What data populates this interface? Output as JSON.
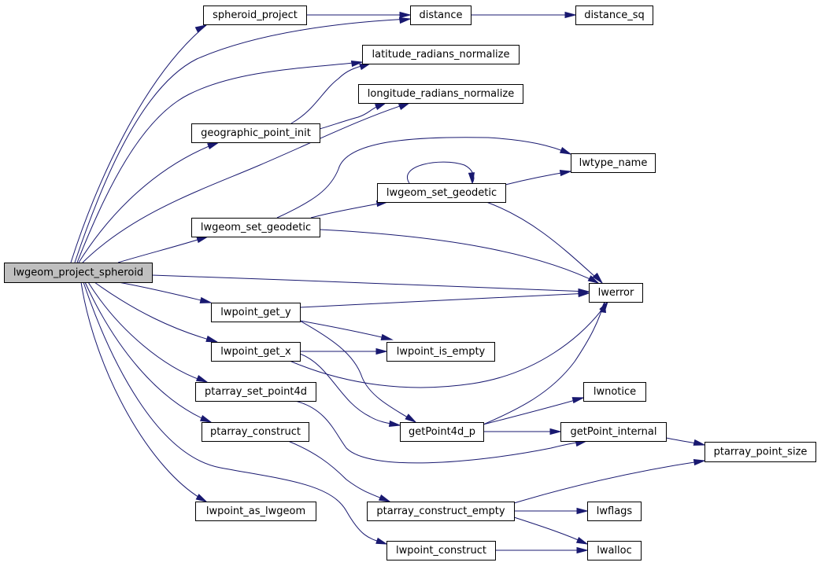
{
  "colors": {
    "edge": "#191970",
    "node_border": "#000000",
    "node_fill": "#ffffff",
    "root_fill": "#bfbfbf"
  },
  "nodes": [
    {
      "id": "lwgeom_project_spheroid",
      "label": "lwgeom_project_spheroid",
      "root": true
    },
    {
      "id": "spheroid_project",
      "label": "spheroid_project"
    },
    {
      "id": "distance",
      "label": "distance"
    },
    {
      "id": "distance_sq",
      "label": "distance_sq"
    },
    {
      "id": "latitude_radians_normalize",
      "label": "latitude_radians_normalize"
    },
    {
      "id": "longitude_radians_normalize",
      "label": "longitude_radians_normalize"
    },
    {
      "id": "geographic_point_init",
      "label": "geographic_point_init"
    },
    {
      "id": "lwtype_name",
      "label": "lwtype_name"
    },
    {
      "id": "lwgeom_set_geodetic_inner",
      "label": "lwgeom_set_geodetic"
    },
    {
      "id": "lwgeom_set_geodetic_outer",
      "label": "lwgeom_set_geodetic"
    },
    {
      "id": "lwerror",
      "label": "lwerror"
    },
    {
      "id": "lwpoint_get_y",
      "label": "lwpoint_get_y"
    },
    {
      "id": "lwpoint_get_x",
      "label": "lwpoint_get_x"
    },
    {
      "id": "lwpoint_is_empty",
      "label": "lwpoint_is_empty"
    },
    {
      "id": "lwnotice",
      "label": "lwnotice"
    },
    {
      "id": "ptarray_set_point4d",
      "label": "ptarray_set_point4d"
    },
    {
      "id": "getPoint4d_p",
      "label": "getPoint4d_p"
    },
    {
      "id": "getPoint_internal",
      "label": "getPoint_internal"
    },
    {
      "id": "ptarray_construct",
      "label": "ptarray_construct"
    },
    {
      "id": "ptarray_point_size",
      "label": "ptarray_point_size"
    },
    {
      "id": "ptarray_construct_empty",
      "label": "ptarray_construct_empty"
    },
    {
      "id": "lwflags",
      "label": "lwflags"
    },
    {
      "id": "lwpoint_as_lwgeom",
      "label": "lwpoint_as_lwgeom"
    },
    {
      "id": "lwalloc",
      "label": "lwalloc"
    },
    {
      "id": "lwpoint_construct",
      "label": "lwpoint_construct"
    }
  ],
  "edges": [
    {
      "from": "lwgeom_project_spheroid",
      "to": "spheroid_project"
    },
    {
      "from": "lwgeom_project_spheroid",
      "to": "distance"
    },
    {
      "from": "lwgeom_project_spheroid",
      "to": "latitude_radians_normalize"
    },
    {
      "from": "lwgeom_project_spheroid",
      "to": "longitude_radians_normalize"
    },
    {
      "from": "lwgeom_project_spheroid",
      "to": "geographic_point_init"
    },
    {
      "from": "lwgeom_project_spheroid",
      "to": "lwgeom_set_geodetic_outer"
    },
    {
      "from": "lwgeom_project_spheroid",
      "to": "lwerror"
    },
    {
      "from": "lwgeom_project_spheroid",
      "to": "lwpoint_get_y"
    },
    {
      "from": "lwgeom_project_spheroid",
      "to": "lwpoint_get_x"
    },
    {
      "from": "lwgeom_project_spheroid",
      "to": "ptarray_set_point4d"
    },
    {
      "from": "lwgeom_project_spheroid",
      "to": "ptarray_construct"
    },
    {
      "from": "lwgeom_project_spheroid",
      "to": "lwpoint_as_lwgeom"
    },
    {
      "from": "lwgeom_project_spheroid",
      "to": "lwpoint_construct"
    },
    {
      "from": "spheroid_project",
      "to": "distance"
    },
    {
      "from": "distance",
      "to": "distance_sq"
    },
    {
      "from": "geographic_point_init",
      "to": "latitude_radians_normalize"
    },
    {
      "from": "geographic_point_init",
      "to": "longitude_radians_normalize"
    },
    {
      "from": "lwgeom_set_geodetic_outer",
      "to": "lwtype_name"
    },
    {
      "from": "lwgeom_set_geodetic_outer",
      "to": "lwgeom_set_geodetic_inner"
    },
    {
      "from": "lwgeom_set_geodetic_outer",
      "to": "lwerror"
    },
    {
      "from": "lwgeom_set_geodetic_inner",
      "to": "lwgeom_set_geodetic_inner"
    },
    {
      "from": "lwgeom_set_geodetic_inner",
      "to": "lwtype_name"
    },
    {
      "from": "lwgeom_set_geodetic_inner",
      "to": "lwerror"
    },
    {
      "from": "lwpoint_get_y",
      "to": "lwerror"
    },
    {
      "from": "lwpoint_get_y",
      "to": "lwpoint_is_empty"
    },
    {
      "from": "lwpoint_get_y",
      "to": "getPoint4d_p"
    },
    {
      "from": "lwpoint_get_x",
      "to": "lwpoint_is_empty"
    },
    {
      "from": "lwpoint_get_x",
      "to": "lwerror"
    },
    {
      "from": "lwpoint_get_x",
      "to": "getPoint4d_p"
    },
    {
      "from": "getPoint4d_p",
      "to": "lwerror"
    },
    {
      "from": "getPoint4d_p",
      "to": "lwnotice"
    },
    {
      "from": "getPoint4d_p",
      "to": "getPoint_internal"
    },
    {
      "from": "ptarray_set_point4d",
      "to": "getPoint_internal"
    },
    {
      "from": "getPoint_internal",
      "to": "ptarray_point_size"
    },
    {
      "from": "ptarray_construct",
      "to": "ptarray_construct_empty"
    },
    {
      "from": "ptarray_construct_empty",
      "to": "ptarray_point_size"
    },
    {
      "from": "ptarray_construct_empty",
      "to": "lwflags"
    },
    {
      "from": "ptarray_construct_empty",
      "to": "lwalloc"
    },
    {
      "from": "lwpoint_construct",
      "to": "lwalloc"
    }
  ]
}
